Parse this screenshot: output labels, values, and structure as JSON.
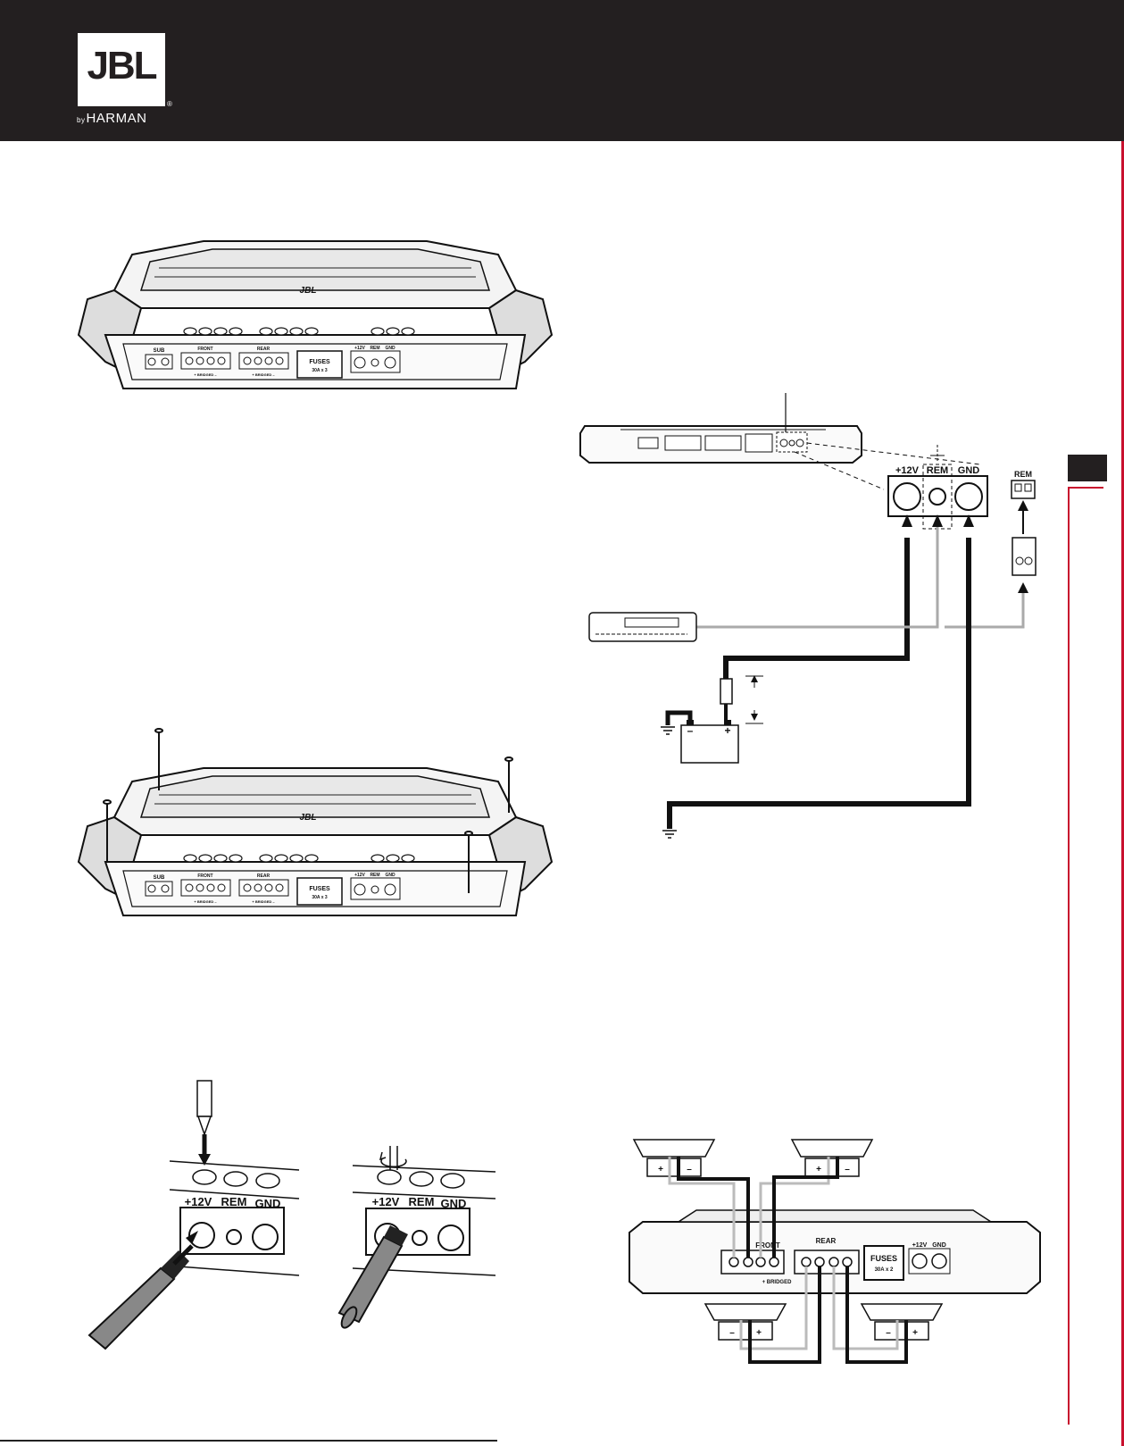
{
  "brand": {
    "logo_text": "JBL",
    "sub_text": "HARMAN",
    "by_text": "by",
    "reg": "®"
  },
  "amp_panel": {
    "sub": "SUB",
    "front": "FRONT",
    "rear": "REAR",
    "fuses": "FUSES",
    "fuse_rating": "30A x 3",
    "bridged": "+ BRIDGED –",
    "plus12v": "+12V",
    "rem": "REM",
    "gnd": "GND",
    "lid_logo": "JBL"
  },
  "terminal_closeup": {
    "plus12v": "+12V",
    "rem": "REM",
    "gnd": "GND"
  },
  "power_diagram": {
    "plus12v": "+12V",
    "rem": "REM",
    "gnd": "GND",
    "rem_plug": "REM",
    "battery_minus": "–",
    "battery_plus": "+"
  },
  "speaker_diagram": {
    "front": "FRONT",
    "rear": "REAR",
    "fuses": "FUSES",
    "fuse_rating": "30A x 2",
    "plus12v": "+12V",
    "gnd": "GND",
    "bridged": "+ BRIDGED",
    "plus": "+",
    "minus": "–"
  },
  "colors": {
    "header_bg": "#231f20",
    "accent_red": "#c8102e"
  }
}
